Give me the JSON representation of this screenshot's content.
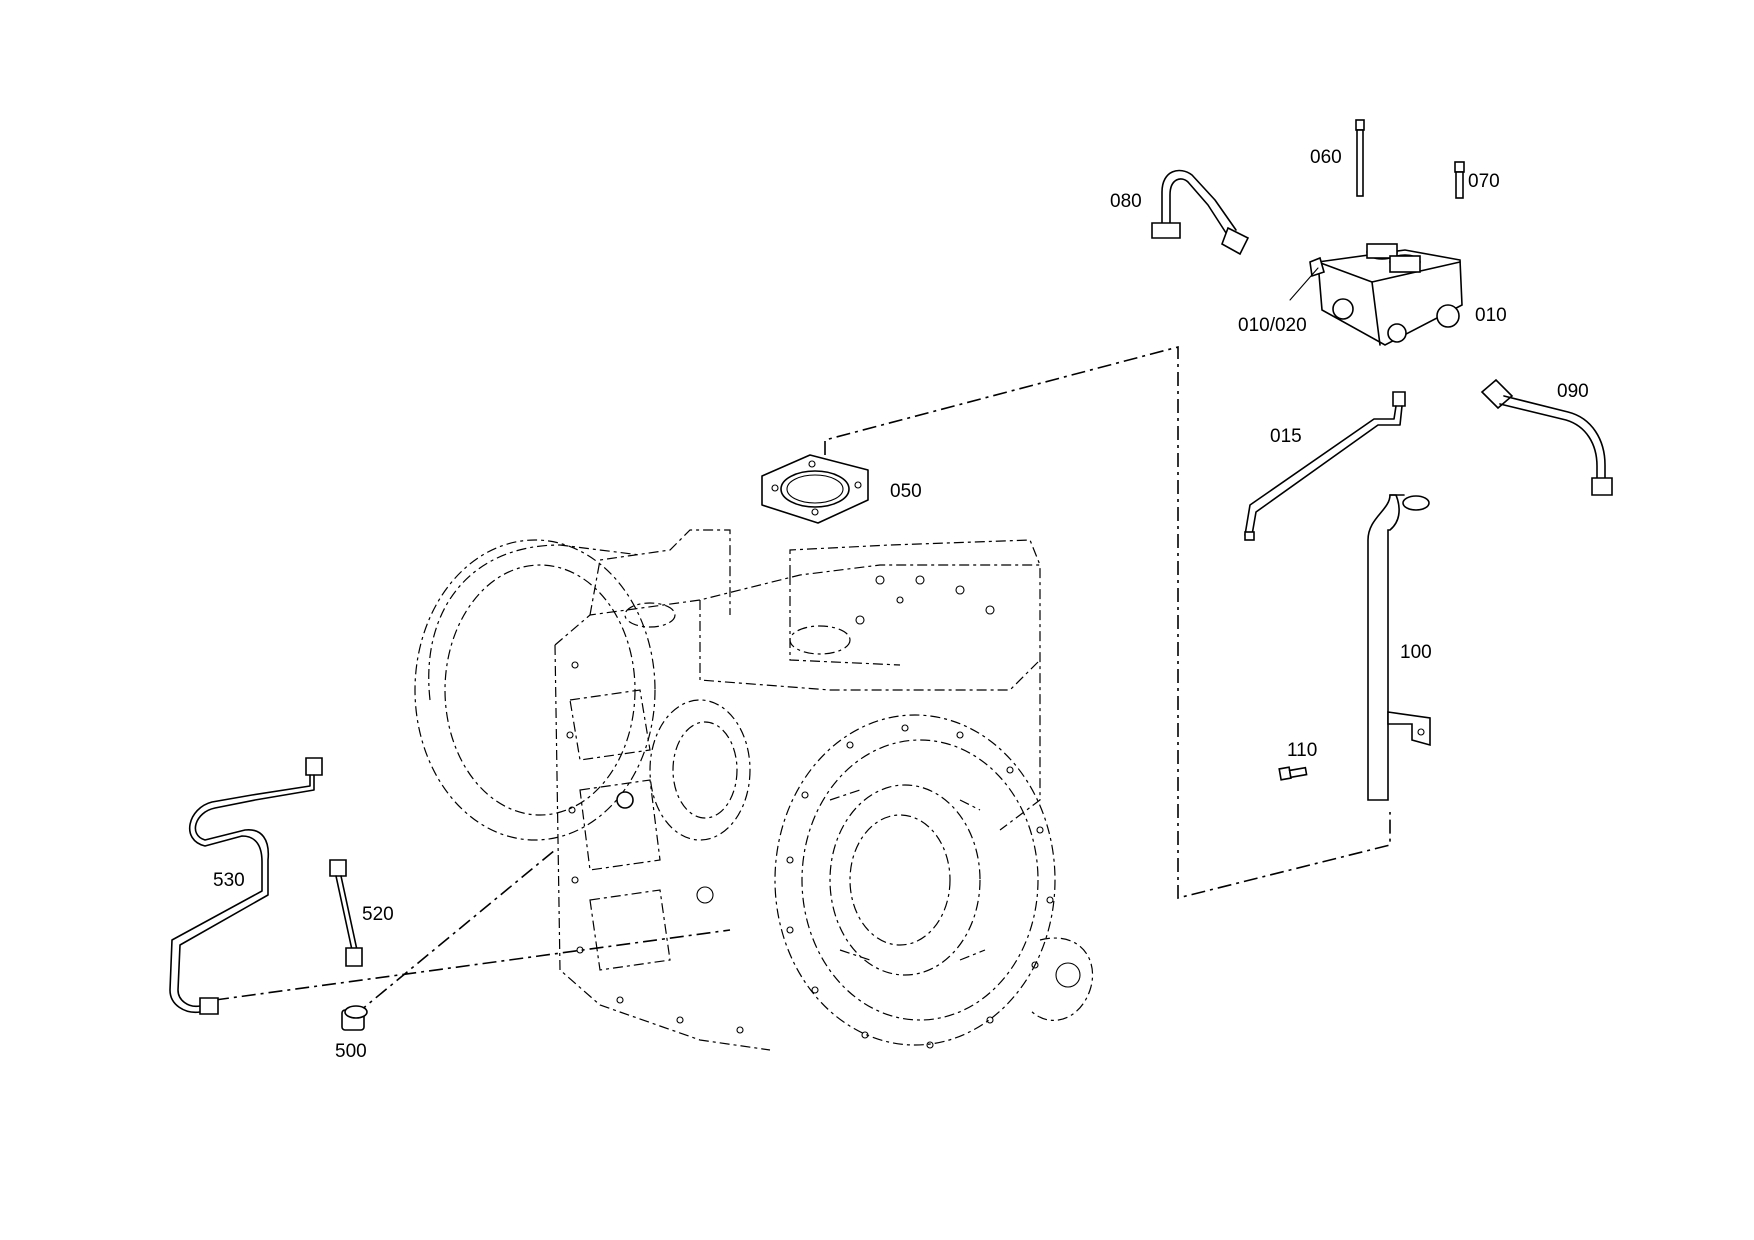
{
  "callouts": {
    "c060": "060",
    "c070": "070",
    "c080": "080",
    "c010_020": "010/020",
    "c010": "010",
    "c090": "090",
    "c015": "015",
    "c050": "050",
    "c100": "100",
    "c110": "110",
    "c530": "530",
    "c520": "520",
    "c500": "500"
  },
  "colors": {
    "ink": "#000000",
    "paper": "#ffffff"
  }
}
